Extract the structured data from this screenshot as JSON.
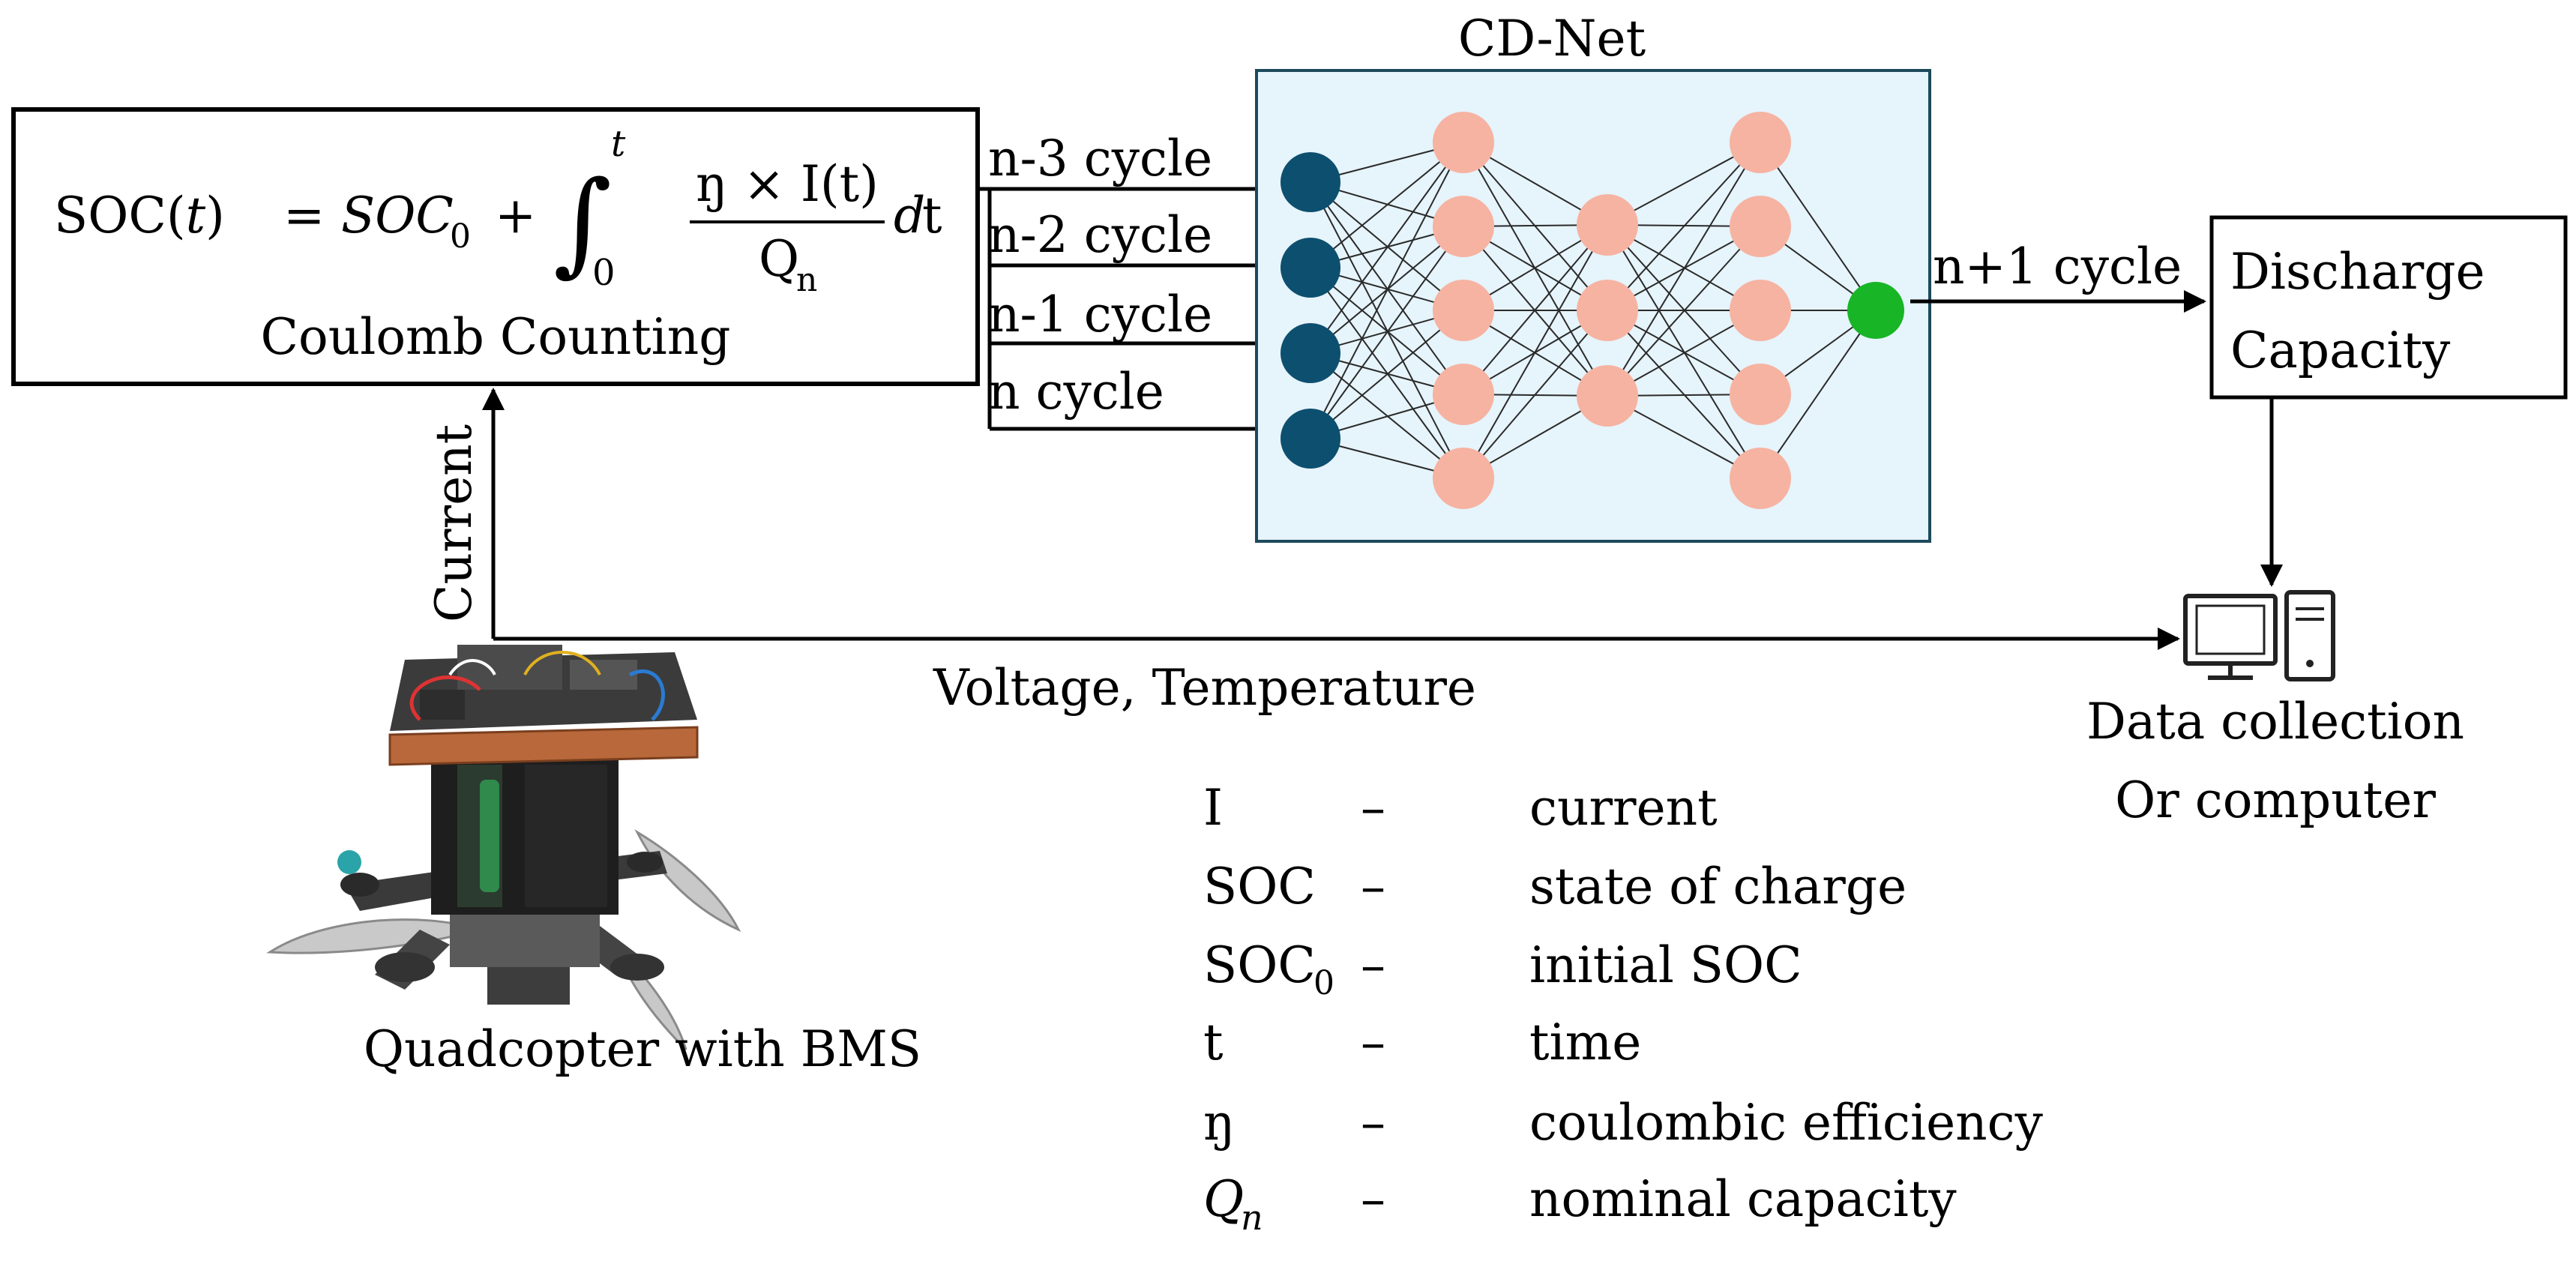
{
  "network": {
    "title": "CD-Net",
    "layers": [
      4,
      5,
      3,
      5,
      1
    ],
    "colors": {
      "panel_fill": "#e6f4fb",
      "panel_stroke": "#1c4a5c",
      "input": "#0d4f6f",
      "hidden": "#f6b3a2",
      "output": "#18b526",
      "edges": "#2a2a2a"
    }
  },
  "formula": {
    "lhs_soc": "SOC",
    "lhs_open": "(",
    "lhs_t": "t",
    "lhs_close": ")",
    "equals": "=",
    "soc0_base": "SOC",
    "soc0_sub": "0",
    "plus": "+",
    "integral": "∫",
    "upper": "t",
    "lower": "0",
    "numerator": "ŋ × I(t)",
    "denominator_q": "Q",
    "denominator_sub": "n",
    "d": "d",
    "dt_t": "t",
    "caption": "Coulomb Counting"
  },
  "inputs": [
    "n-3 cycle",
    "n-2 cycle",
    "n-1 cycle",
    "n cycle"
  ],
  "output_label": "n+1 cycle",
  "discharge": {
    "line1": "Discharge",
    "line2": "Capacity"
  },
  "current_label": "Current",
  "vt_label": "Voltage, Temperature",
  "computer": {
    "line1": "Data collection",
    "line2": "Or computer"
  },
  "quadcopter_label": "Quadcopter with BMS",
  "legend": [
    {
      "symbol": "I",
      "dash": "–",
      "desc": "current"
    },
    {
      "symbol": "SOC",
      "dash": "–",
      "desc": "state of charge"
    },
    {
      "symbol": "SOC",
      "sub": "0",
      "dash": "–",
      "desc": "initial SOC"
    },
    {
      "symbol": "t",
      "dash": "–",
      "desc": "time"
    },
    {
      "symbol": "ŋ",
      "dash": "–",
      "desc": "coulombic efficiency"
    },
    {
      "symbol": "Q",
      "sub": "n",
      "italic": true,
      "dash": "–",
      "desc": "nominal capacity"
    }
  ]
}
